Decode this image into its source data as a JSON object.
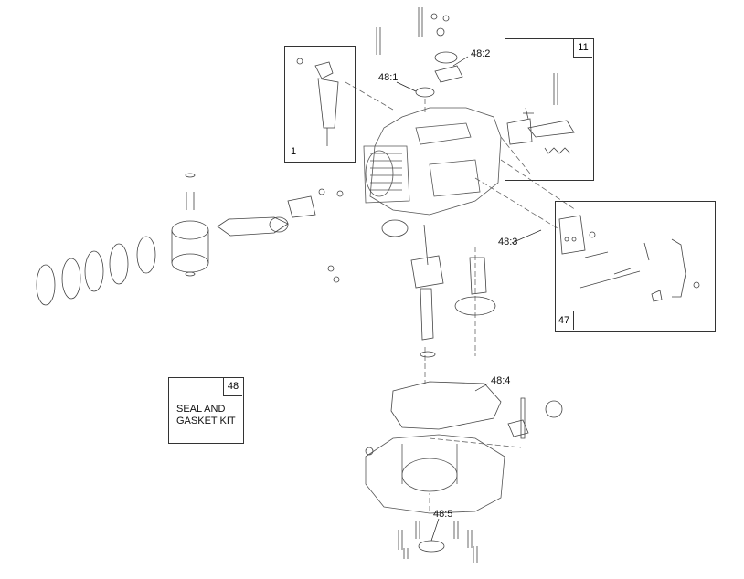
{
  "callouts": [
    {
      "id": "48:1",
      "label": "48:1"
    },
    {
      "id": "48:2",
      "label": "48:2"
    },
    {
      "id": "48:3",
      "label": "48:3"
    },
    {
      "id": "48:4",
      "label": "48:4"
    },
    {
      "id": "48:5",
      "label": "48:5"
    }
  ],
  "kits": {
    "dipstick": {
      "number": "1"
    },
    "governor": {
      "number": "11"
    },
    "linkage": {
      "number": "47"
    },
    "seal_gasket": {
      "number": "48",
      "title_line1": "SEAL AND",
      "title_line2": "GASKET KIT"
    }
  }
}
